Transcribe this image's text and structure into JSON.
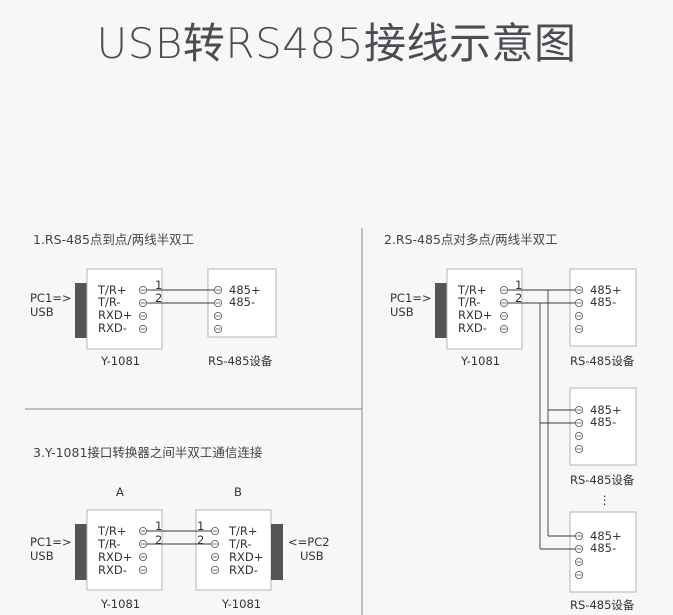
{
  "title": "USB转RS485接线示意图",
  "sections": {
    "s1": "1.RS-485点到点/两线半双工",
    "s2": "2.RS-485点对多点/两线半双工",
    "s3": "3.Y-1081接口转换器之间半双工通信连接"
  },
  "converter": {
    "pins": [
      "T/R+",
      "T/R-",
      "RXD+",
      "RXD-"
    ],
    "model": "Y-1081"
  },
  "pc1": [
    "PC1=>",
    "USB"
  ],
  "pc2": [
    "<=PC2",
    "USB"
  ],
  "device": {
    "pins": [
      "485+",
      "485-"
    ],
    "label": "RS-485设备"
  },
  "wire_numbers": [
    "1",
    "2"
  ],
  "node_labels": [
    "A",
    "B"
  ],
  "ellipsis": "⋮"
}
